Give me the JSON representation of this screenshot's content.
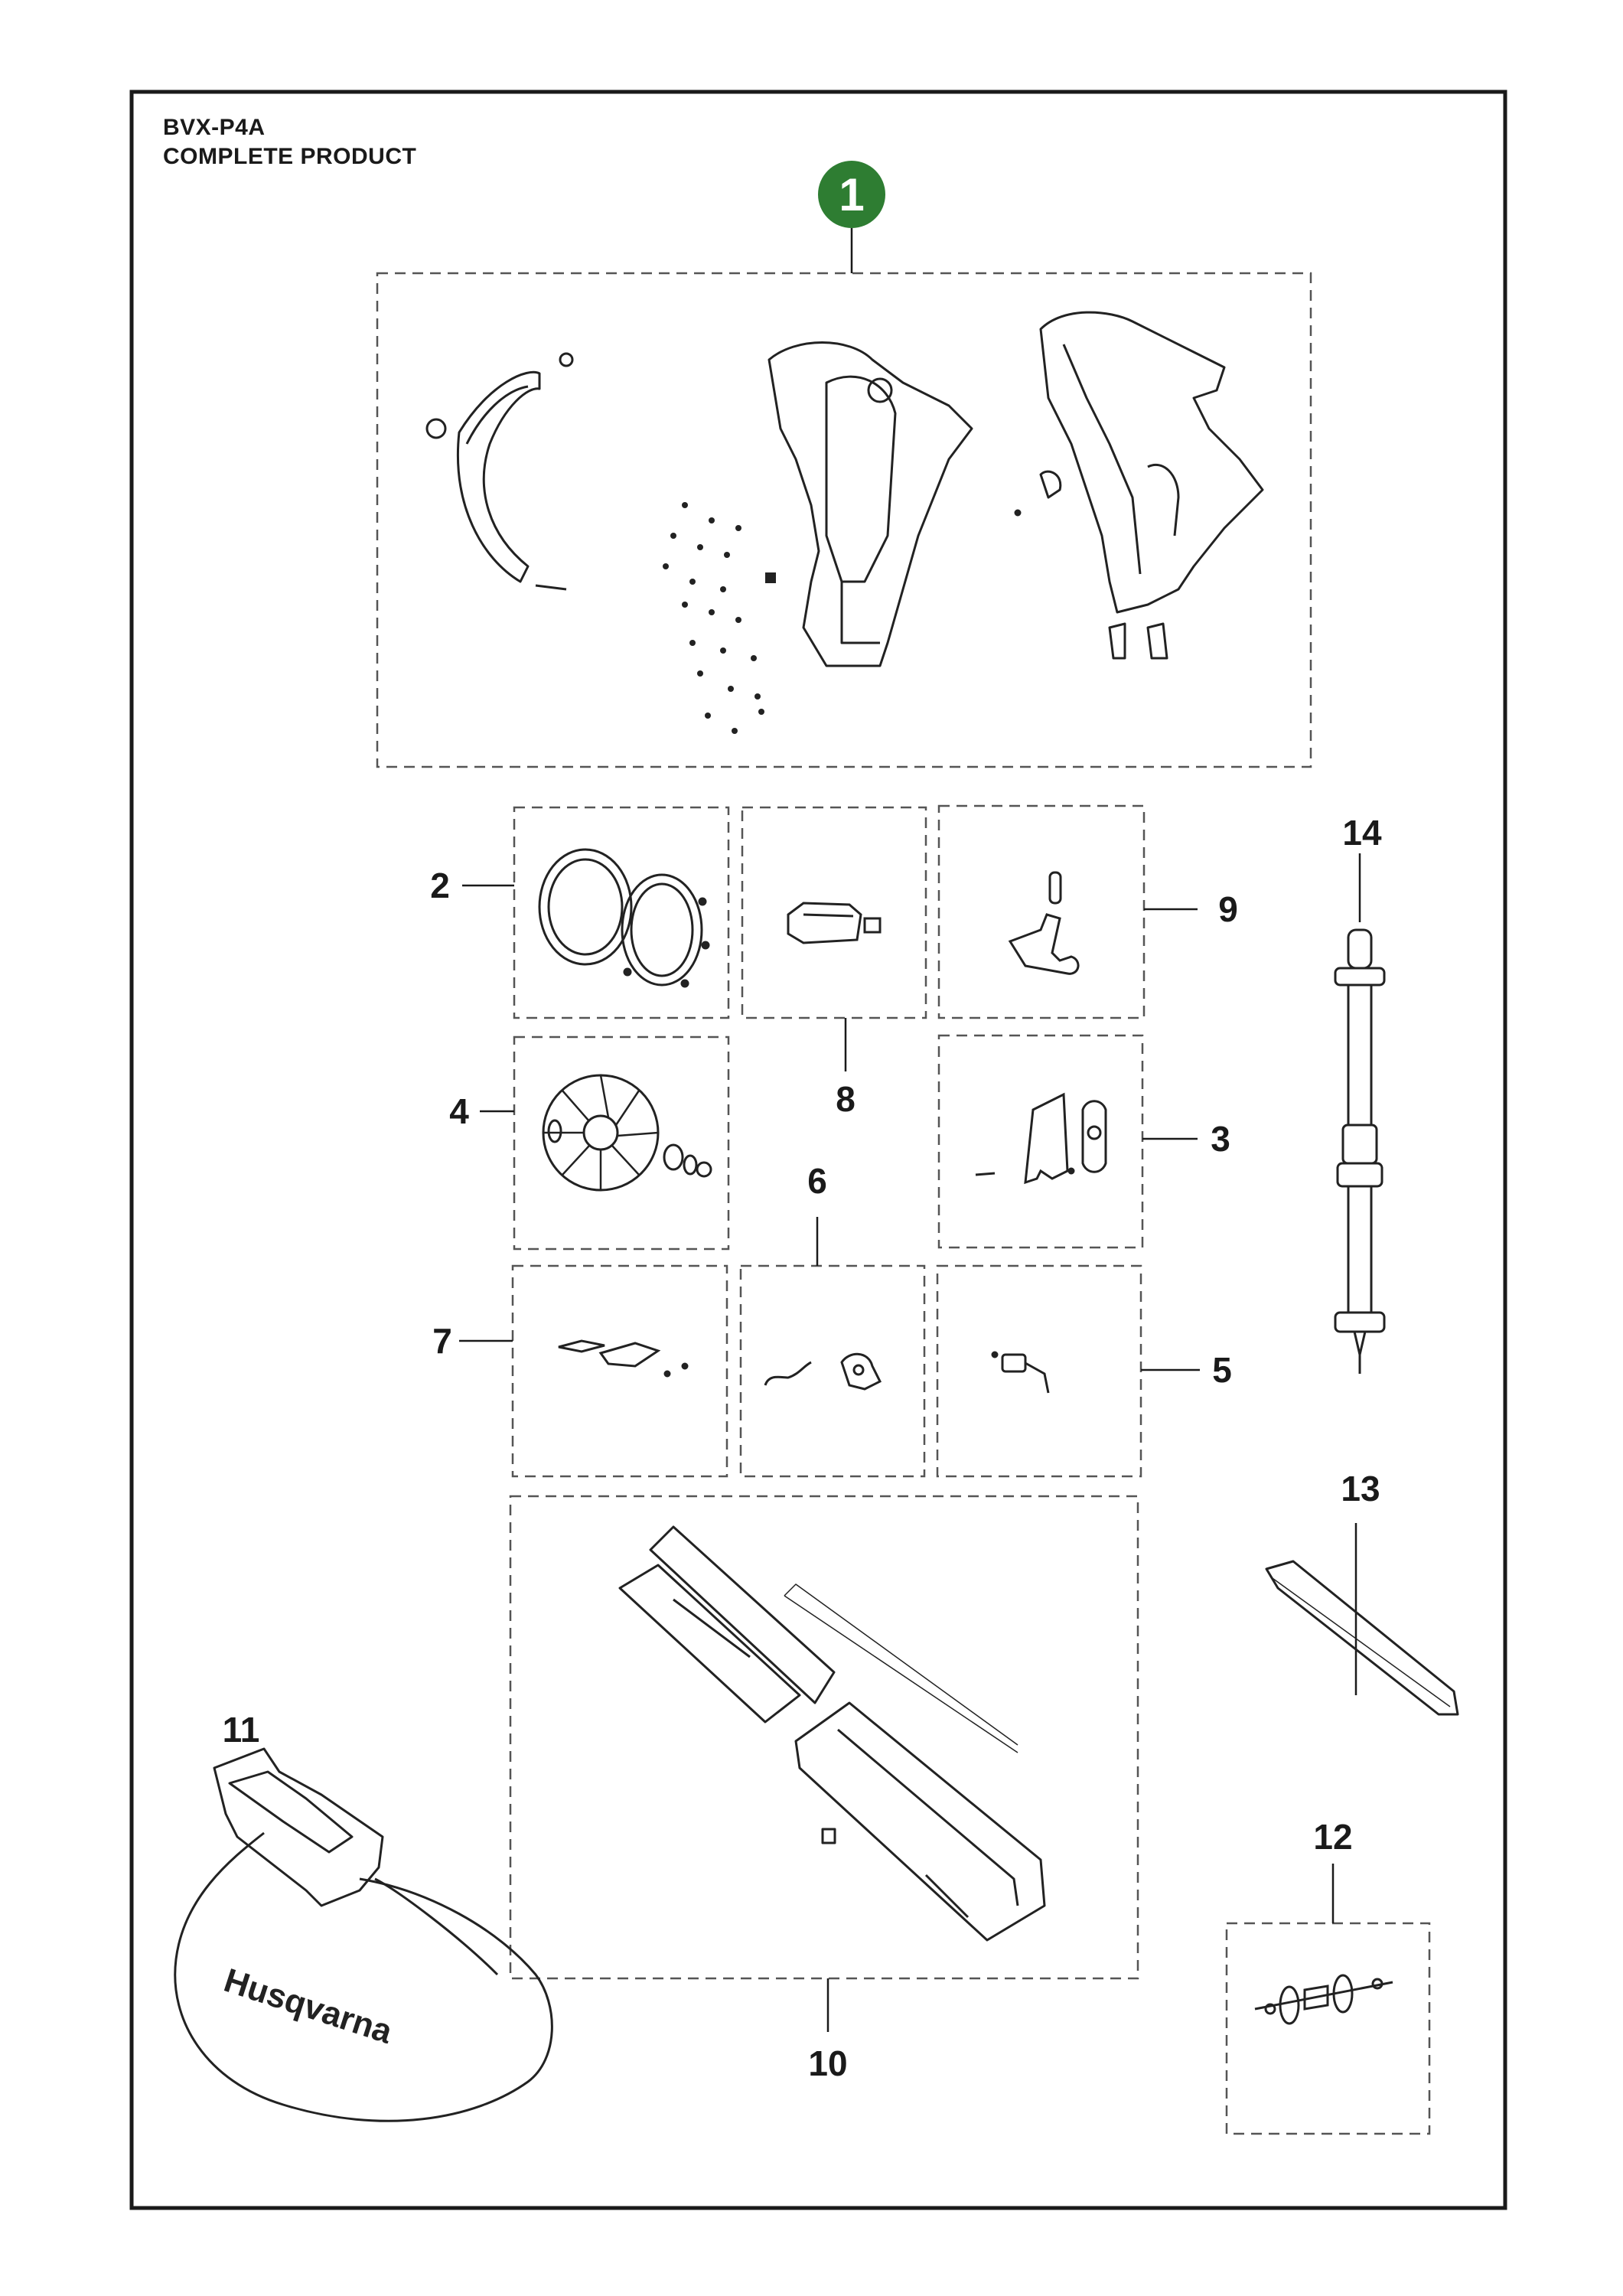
{
  "header": {
    "model": "BVX-P4A",
    "subtitle": "COMPLETE PRODUCT"
  },
  "main_assembly_badge": "1",
  "callouts": {
    "c2": "2",
    "c3": "3",
    "c4": "4",
    "c5": "5",
    "c6": "6",
    "c7": "7",
    "c8": "8",
    "c9": "9",
    "c10": "10",
    "c11": "11",
    "c12": "12",
    "c13": "13",
    "c14": "14"
  },
  "bag_brand": "Husqvarna",
  "colors": {
    "badge": "#2e7d32",
    "line": "#1a1a1a",
    "dash": "#555555"
  }
}
